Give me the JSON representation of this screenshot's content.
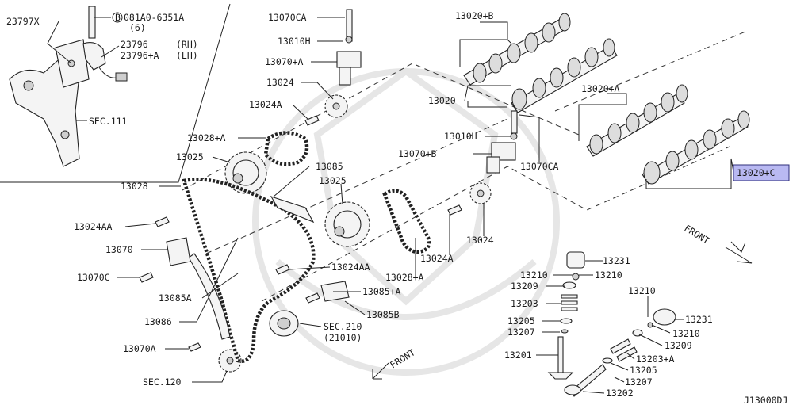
{
  "diagram": {
    "code": "J13000DJ",
    "labels": {
      "p23797x": "23797X",
      "bolt_ref": "081A0-6351A",
      "bolt_circle": "B",
      "bolt_qty": "(6)",
      "p23796": "23796",
      "rh": "(RH)",
      "p23796a": "23796+A",
      "lh": "(LH)",
      "sec111": "SEC.111",
      "p13070ca_top": "13070CA",
      "p13010h_top": "13010H",
      "p13070a_top": "13070+A",
      "p13024": "13024",
      "p13024a_top": "13024A",
      "p13028a_top": "13028+A",
      "p13025_left": "13025",
      "p13028": "13028",
      "p13085": "13085",
      "p13025_mid": "13025",
      "p13024aa_left": "13024AA",
      "p13070": "13070",
      "p13070c": "13070C",
      "p13085a": "13085A",
      "p13086": "13086",
      "p13070a_bottom": "13070A",
      "sec120": "SEC.120",
      "p13024aa_mid": "13024AA",
      "p13085a_plus": "13085+A",
      "p13085b": "13085B",
      "sec210": "SEC.210",
      "sec210_sub": "(21010)",
      "p13028a_mid": "13028+A",
      "p13024a_mid": "13024A",
      "p13024_mid": "13024",
      "p13020b": "13020+B",
      "p13020": "13020",
      "p13010h_mid": "13010H",
      "p13070b": "13070+B",
      "p13070ca_mid": "13070CA",
      "p13020a": "13020+A",
      "p13020c": "13020+C",
      "front_top": "FRONT",
      "front_bottom": "FRONT",
      "p13231_a": "13231",
      "p13210_a": "13210",
      "p13210_b": "13210",
      "p13209_a": "13209",
      "p13203": "13203",
      "p13205_a": "13205",
      "p13207_a": "13207",
      "p13201": "13201",
      "p13210_c": "13210",
      "p13231_b": "13231",
      "p13210_d": "13210",
      "p13209_b": "13209",
      "p13203a": "13203+A",
      "p13205_b": "13205",
      "p13207_b": "13207",
      "p13202": "13202"
    }
  }
}
